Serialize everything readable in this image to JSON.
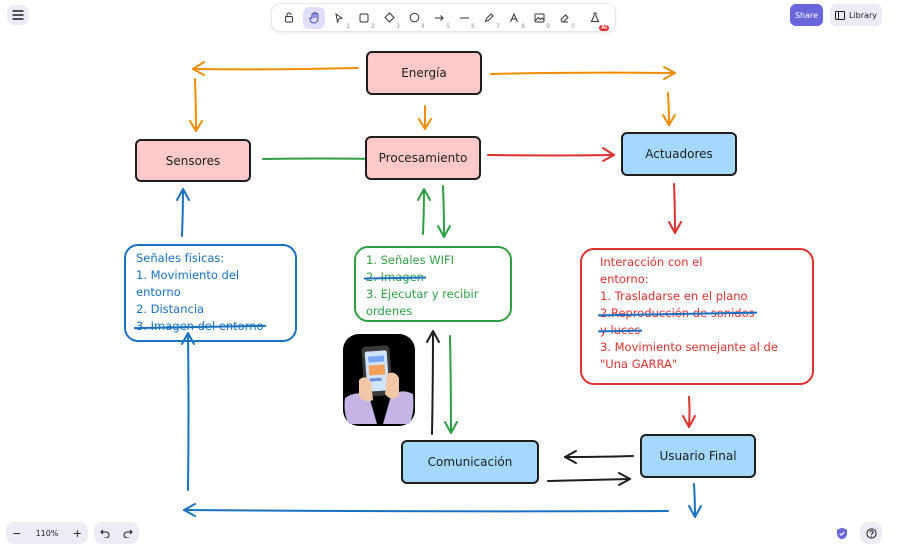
{
  "toolbar": {
    "tools": [
      {
        "name": "lock-icon",
        "glyph": "⊡",
        "key": ""
      },
      {
        "name": "hand-icon",
        "glyph": "✋",
        "key": ""
      },
      {
        "name": "selection-icon",
        "glyph": "↖",
        "key": "1"
      },
      {
        "name": "rectangle-icon",
        "glyph": "▢",
        "key": "2"
      },
      {
        "name": "diamond-icon",
        "glyph": "◇",
        "key": "3"
      },
      {
        "name": "ellipse-icon",
        "glyph": "○",
        "key": "4"
      },
      {
        "name": "arrow-icon",
        "glyph": "→",
        "key": "5"
      },
      {
        "name": "line-icon",
        "glyph": "—",
        "key": "6"
      },
      {
        "name": "draw-icon",
        "glyph": "✎",
        "key": "7"
      },
      {
        "name": "text-icon",
        "glyph": "A",
        "key": "8"
      },
      {
        "name": "image-icon",
        "glyph": "▣",
        "key": "9"
      },
      {
        "name": "eraser-icon",
        "glyph": "⌫",
        "key": "0"
      },
      {
        "name": "ai-tools-icon",
        "glyph": "⚗",
        "key": ""
      }
    ],
    "ai_badge": "AI"
  },
  "header": {
    "share_label": "Share",
    "library_label": "Library"
  },
  "footer": {
    "zoom": "110%",
    "zoom_out": "−",
    "zoom_in": "+"
  },
  "diagram": {
    "energia": "Energía",
    "sensores": "Sensores",
    "procesamiento": "Procesamiento",
    "actuadores": "Actuadores",
    "comunicacion": "Comunicación",
    "usuario_final": "Usuario Final",
    "note_sensors": {
      "line1": "Señales físicas:",
      "line2": "1. Movimiento del",
      "line3": "entorno",
      "line4": "2. Distancia",
      "line5": "3. Imagen del entorno"
    },
    "note_processing": {
      "line1": "1. Señales WIFI",
      "line2": "2. Imagen",
      "line3": "3. Ejecutar y recibir",
      "line4": "ordenes"
    },
    "note_actuators": {
      "line1": "Interacción con el",
      "line2": "entorno:",
      "line3": "1. Trasladarse en el plano",
      "line4": "2.Reproducción de sonidos",
      "line5": "y luces",
      "line6": "3. Movimiento semejante al de",
      "line7": "\"Una GARRA\""
    }
  },
  "colors": {
    "orange": "#f08c00",
    "green": "#2f9e44",
    "red": "#e03131",
    "blue": "#1971c2",
    "black": "#1e1e1e",
    "pink_fill": "#ffc9c9",
    "blue_fill": "#a5d8ff",
    "accent": "#6965db"
  }
}
